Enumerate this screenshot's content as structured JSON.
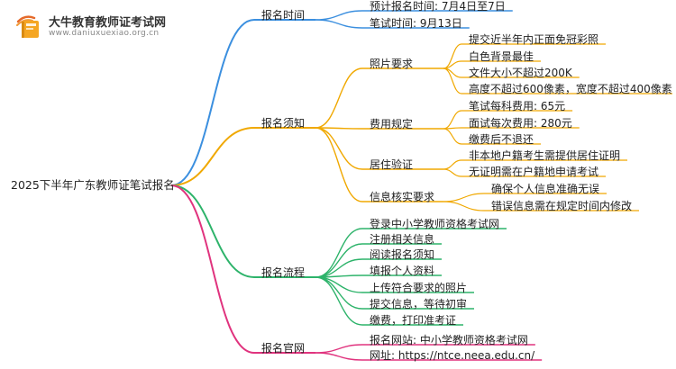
{
  "logo": {
    "title": "大牛教育教师证考试网",
    "url": "www.daniuxuexiao.org.cn"
  },
  "root": "2025下半年广东教师证笔试报名",
  "colors": {
    "blue": "#3b8fdf",
    "orange": "#f0a800",
    "green": "#2db36a",
    "pink": "#e0337e"
  },
  "branches": [
    {
      "label": "报名时间",
      "color": "blue",
      "children": [
        {
          "label": "预计报名时间: 7月4日至7日"
        },
        {
          "label": "笔试时间: 9月13日"
        }
      ]
    },
    {
      "label": "报名须知",
      "color": "orange",
      "children": [
        {
          "label": "照片要求",
          "children": [
            {
              "label": "提交近半年内正面免冠彩照"
            },
            {
              "label": "白色背景最佳"
            },
            {
              "label": "文件大小不超过200K"
            },
            {
              "label": "高度不超过600像素，宽度不超过400像素"
            }
          ]
        },
        {
          "label": "费用规定",
          "children": [
            {
              "label": "笔试每科费用: 65元"
            },
            {
              "label": "面试每次费用: 280元"
            },
            {
              "label": "缴费后不退还"
            }
          ]
        },
        {
          "label": "居住验证",
          "children": [
            {
              "label": "非本地户籍考生需提供居住证明"
            },
            {
              "label": "无证明需在户籍地申请考试"
            }
          ]
        },
        {
          "label": "信息核实要求",
          "children": [
            {
              "label": "确保个人信息准确无误"
            },
            {
              "label": "错误信息需在规定时间内修改"
            }
          ]
        }
      ]
    },
    {
      "label": "报名流程",
      "color": "green",
      "children": [
        {
          "label": "登录中小学教师资格考试网"
        },
        {
          "label": "注册相关信息"
        },
        {
          "label": "阅读报名须知"
        },
        {
          "label": "填报个人资料"
        },
        {
          "label": "上传符合要求的照片"
        },
        {
          "label": "提交信息，等待初审"
        },
        {
          "label": "缴费，打印准考证"
        }
      ]
    },
    {
      "label": "报名官网",
      "color": "pink",
      "children": [
        {
          "label": "报名网站: 中小学教师资格考试网"
        },
        {
          "label": "网址: https://ntce.neea.edu.cn/"
        }
      ]
    }
  ]
}
